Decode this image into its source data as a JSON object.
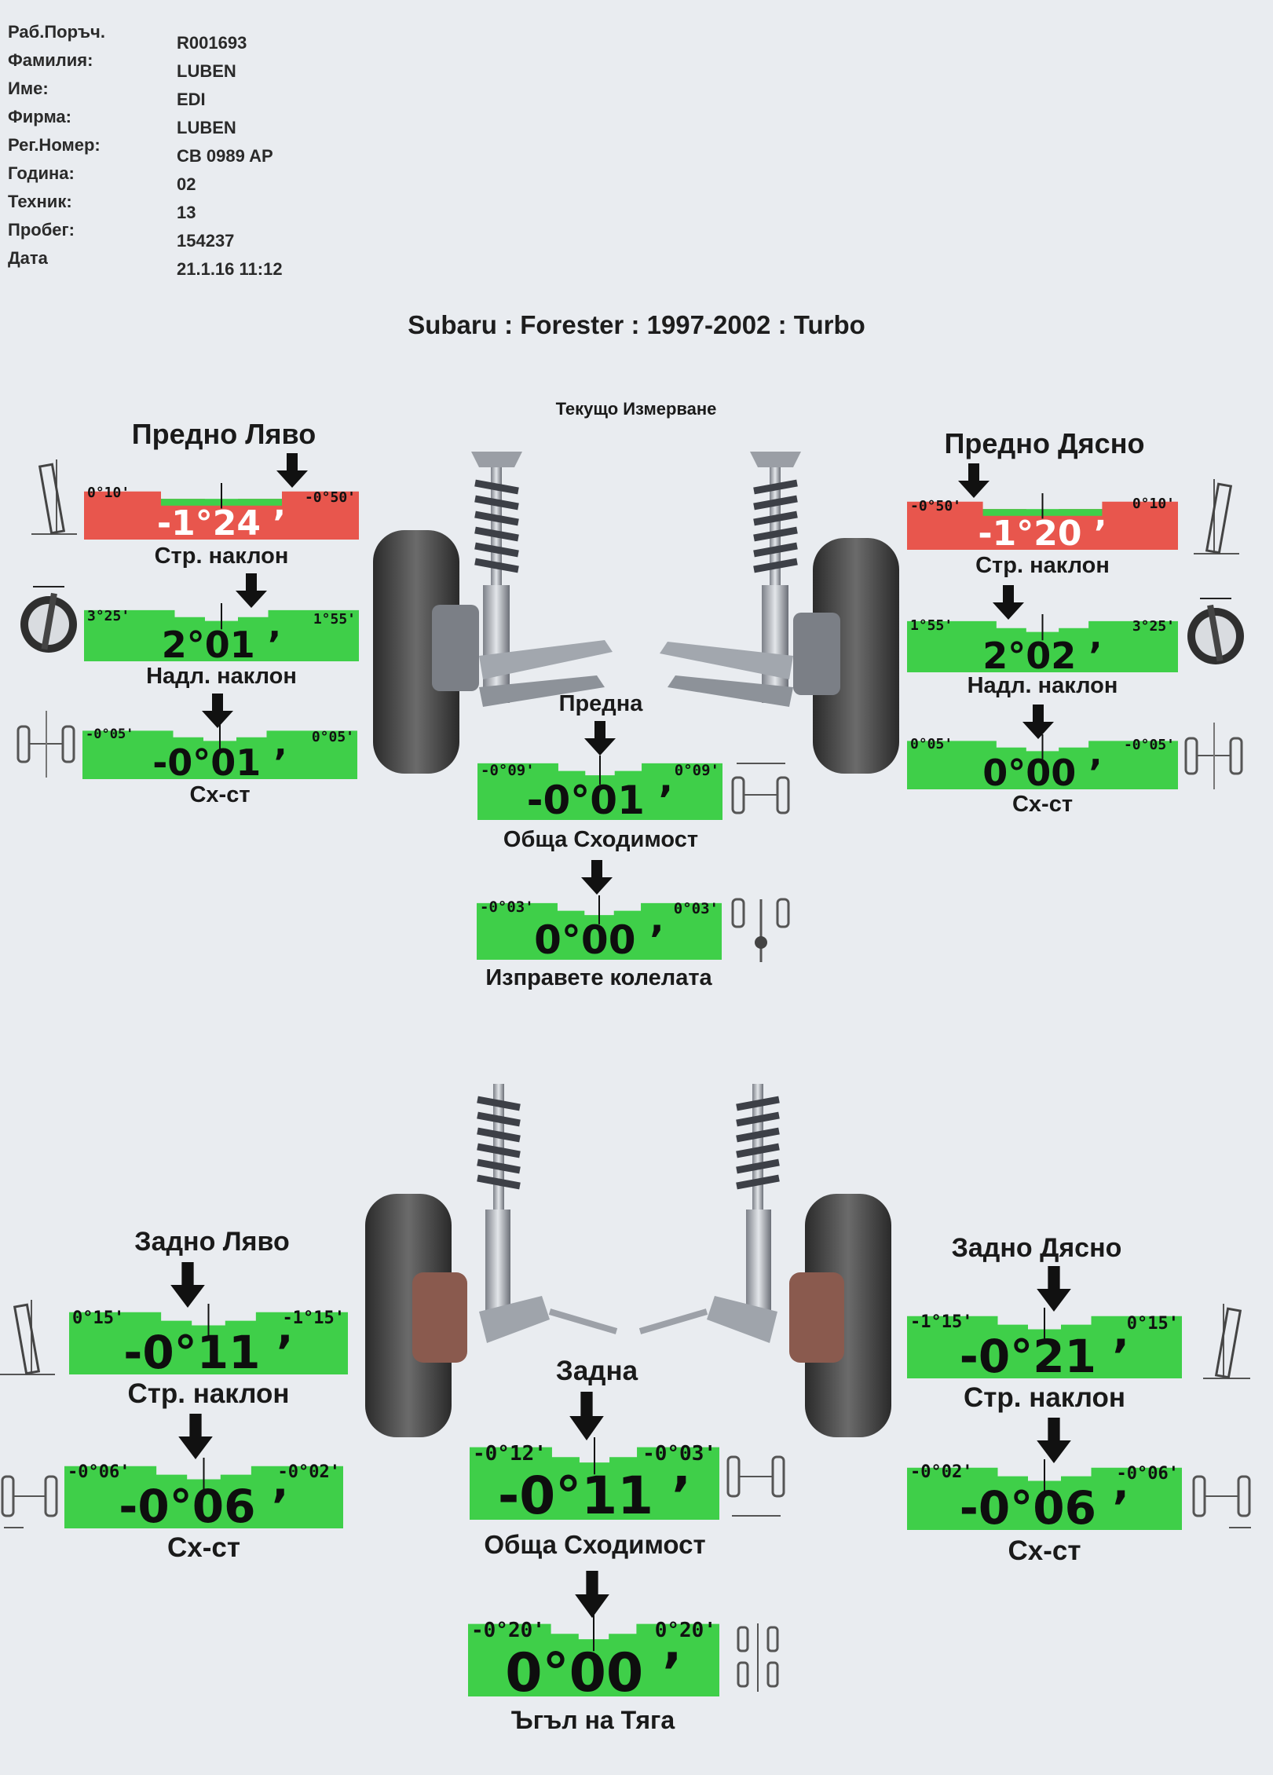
{
  "header": {
    "rows": [
      {
        "label": "Раб.Поръч.",
        "value": "R001693"
      },
      {
        "label": "Фамилия:",
        "value": "LUBEN"
      },
      {
        "label": "Име:",
        "value": "EDI"
      },
      {
        "label": "Фирма:",
        "value": "LUBEN"
      },
      {
        "label": "Рег.Номер:",
        "value": "CB 0989 AP"
      },
      {
        "label": "Година:",
        "value": "02"
      },
      {
        "label": "Техник:",
        "value": "13"
      },
      {
        "label": "Пробег:",
        "value": "154237"
      },
      {
        "label": "Дата",
        "value": "21.1.16 11:12"
      }
    ]
  },
  "vehicle": "Subaru : Forester : 1997-2002 : Turbo",
  "measurement_title": "Текущо Измерване",
  "front": {
    "left_title": "Предно Ляво",
    "right_title": "Предно Дясно",
    "axle_label": "Предна",
    "left_camber": {
      "min": "0°10'",
      "max": "-0°50'",
      "value": "-1°24",
      "label": "Стр. наклон",
      "status": "red"
    },
    "right_camber": {
      "min": "-0°50'",
      "max": "0°10'",
      "value": "-1°20",
      "label": "Стр. наклон",
      "status": "red"
    },
    "left_caster": {
      "min": "3°25'",
      "max": "1°55'",
      "value": "2°01",
      "label": "Надл. наклон",
      "status": "green"
    },
    "right_caster": {
      "min": "1°55'",
      "max": "3°25'",
      "value": "2°02",
      "label": "Надл. наклон",
      "status": "green"
    },
    "left_toe": {
      "min": "-0°05'",
      "max": "0°05'",
      "value": "-0°01",
      "label": "Сх-ст",
      "status": "green"
    },
    "right_toe": {
      "min": "0°05'",
      "max": "-0°05'",
      "value": "0°00",
      "label": "Сх-ст",
      "status": "green"
    },
    "total_toe": {
      "min": "-0°09'",
      "max": "0°09'",
      "value": "-0°01",
      "label": "Обща Сходимост",
      "status": "green"
    },
    "straighten": {
      "min": "-0°03'",
      "max": "0°03'",
      "value": "0°00",
      "label": "Изправете колелата",
      "status": "green"
    }
  },
  "rear": {
    "left_title": "Задно Ляво",
    "right_title": "Задно Дясно",
    "axle_label": "Задна",
    "left_camber": {
      "min": "0°15'",
      "max": "-1°15'",
      "value": "-0°11",
      "label": "Стр. наклон",
      "status": "green"
    },
    "right_camber": {
      "min": "-1°15'",
      "max": "0°15'",
      "value": "-0°21",
      "label": "Стр. наклон",
      "status": "green"
    },
    "left_toe": {
      "min": "-0°06'",
      "max": "-0°02'",
      "value": "-0°06",
      "label": "Сх-ст",
      "status": "green"
    },
    "right_toe": {
      "min": "-0°02'",
      "max": "-0°06'",
      "value": "-0°06",
      "label": "Сх-ст",
      "status": "green"
    },
    "total_toe": {
      "min": "-0°12'",
      "max": "-0°03'",
      "value": "-0°11",
      "label": "Обща Сходимост",
      "status": "green"
    },
    "thrust": {
      "min": "-0°20'",
      "max": "0°20'",
      "value": "0°00",
      "label": "Ъгъл на Тяга",
      "status": "green"
    }
  },
  "colors": {
    "green": "#3fcf49",
    "red": "#e8564d",
    "paper": "#e9ecf0"
  },
  "icons": [
    "camber-icon",
    "caster-icon",
    "toe-icon",
    "total-toe-icon",
    "thrust-icon",
    "front-suspension-icon",
    "rear-suspension-icon"
  ]
}
